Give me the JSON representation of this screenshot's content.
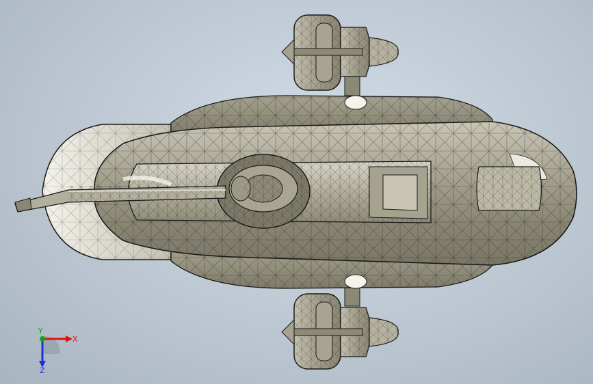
{
  "viewport": {
    "background_top": "#d4dde6",
    "background_bottom": "#a8b4c0"
  },
  "model": {
    "render_mode": "shaded-with-edges",
    "body_color": "#9a9684",
    "edge_color": "#1a1a18",
    "highlight_color": "#f2f1ea"
  },
  "triad": {
    "x_label": "X",
    "y_label": "Y",
    "z_label": "Z",
    "x_color": "#e01010",
    "y_color": "#18a018",
    "z_color": "#2030d0"
  }
}
